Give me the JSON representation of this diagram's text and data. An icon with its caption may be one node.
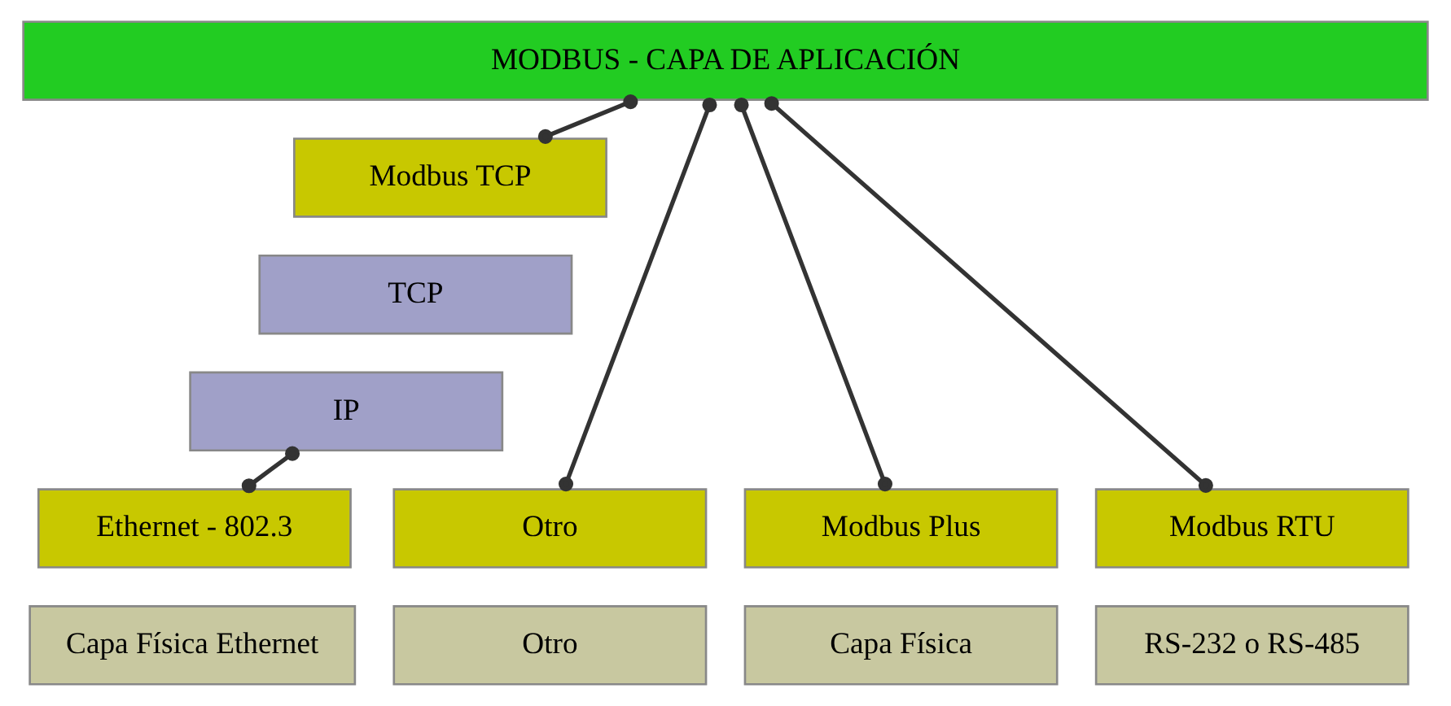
{
  "diagram": {
    "nodes": [
      {
        "text": [
          "MODBUS - CAPA DE APLICACIÓN"
        ]
      },
      {
        "text": [
          "Modbus TCP"
        ]
      },
      {
        "text": [
          "TCP"
        ]
      },
      {
        "text": [
          "IP"
        ]
      },
      {
        "text": [
          "Otro"
        ]
      },
      {
        "text": [
          "Otro"
        ]
      },
      {
        "text": [
          "Modbus Plus"
        ]
      },
      {
        "text": [
          "Capa Física"
        ]
      },
      {
        "text": [
          "Modbus RTU"
        ]
      },
      {
        "text": [
          "RS-232 o RS-485"
        ]
      },
      {
        "text": [
          "Ethernet - 802.3"
        ]
      },
      {
        "text": [
          "Capa Física Ethernet"
        ]
      }
    ],
    "edges": [
      {
        "from": 0,
        "to": 4,
        "arrow": "other"
      },
      {
        "from": 0,
        "to": 6,
        "arrow": "other"
      },
      {
        "from": 0,
        "to": 8,
        "arrow": "other"
      },
      {
        "from": 0,
        "to": 1,
        "arrow": "other"
      },
      {
        "from": 3,
        "to": 10,
        "arrow": "other"
      }
    ]
  }
}
